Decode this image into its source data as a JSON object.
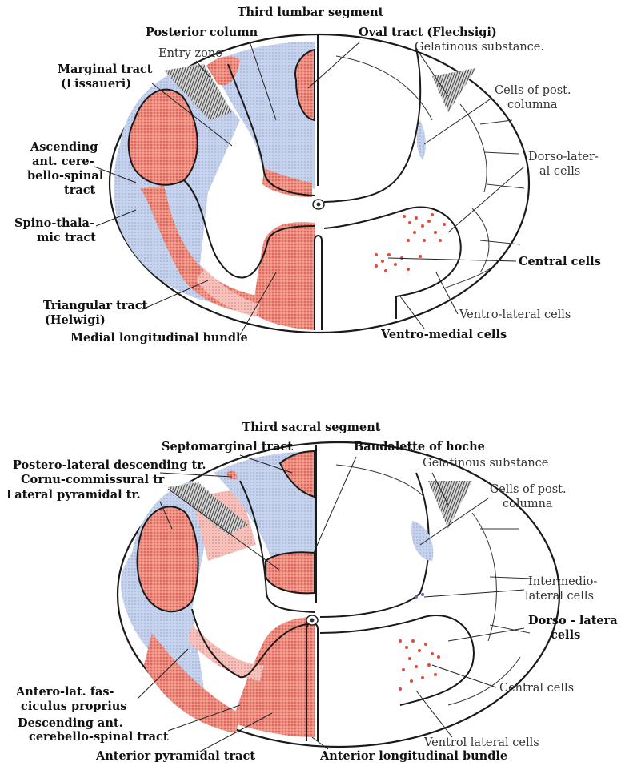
{
  "colors": {
    "red_tract": "#e8786a",
    "blue_tract": "#b9c8e6",
    "pink_tract": "#f1b3b0",
    "grey_matter": "#ffffff",
    "outline": "#1a1a1a",
    "cell_dots": "#e24a3a"
  },
  "lumbar": {
    "title": "Third lumbar segment",
    "labels": {
      "posterior_column": "Posterior column",
      "entry_zone": "Entry zone",
      "oval_tract": "Oval tract (Flechsigi)",
      "gelatinous_substance": "Gelatinous substance.",
      "marginal_tract_1": "Marginal tract",
      "marginal_tract_2": "(Lissaueri)",
      "cells_post_columna_1": "Cells of post.",
      "cells_post_columna_2": "columna",
      "ascending_1": "Ascending",
      "ascending_2": "ant. cere-",
      "ascending_3": "bello-spinal",
      "ascending_4": "tract",
      "dorso_lateral_1": "Dorso-later-",
      "dorso_lateral_2": "al cells",
      "spino_thalamic_1": "Spino-thala-",
      "spino_thalamic_2": "mic tract",
      "central_cells": "Central cells",
      "triangular_1": "Triangular tract",
      "triangular_2": "(Helwigi)",
      "ventro_lateral": "Ventro-lateral cells",
      "medial_longitudinal": "Medial longitudinal bundle",
      "ventro_medial": "Ventro-medial cells"
    }
  },
  "sacral": {
    "title": "Third sacral segment",
    "labels": {
      "septomarginal": "Septomarginal tract",
      "bandalette": "Bandalette of hoche",
      "postero_lateral": "Postero-lateral descending tr.",
      "gelatinous_substance": "Gelatinous substance",
      "cornu_commissural": "Cornu-commissural tr",
      "lateral_pyramidal": "Lateral pyramidal tr.",
      "cells_post_columna_1": "Cells of post.",
      "cells_post_columna_2": "columna",
      "intermedio_1": "Intermedio-",
      "intermedio_2": "lateral cells",
      "dorso_latera_1": "Dorso - latera",
      "dorso_latera_2": "cells",
      "central_cells": "Central cells",
      "antero_lat_1": "Antero-lat. fas-",
      "antero_lat_2": "ciculus proprius",
      "descending_1": "Descending ant.",
      "descending_2": "cerebello-spinal tract",
      "ventrol_lateral": "Ventrol lateral cells",
      "anterior_pyramidal": "Anterior pyramidal tract",
      "anterior_longitudinal": "Anterior longitudinal bundle"
    }
  }
}
